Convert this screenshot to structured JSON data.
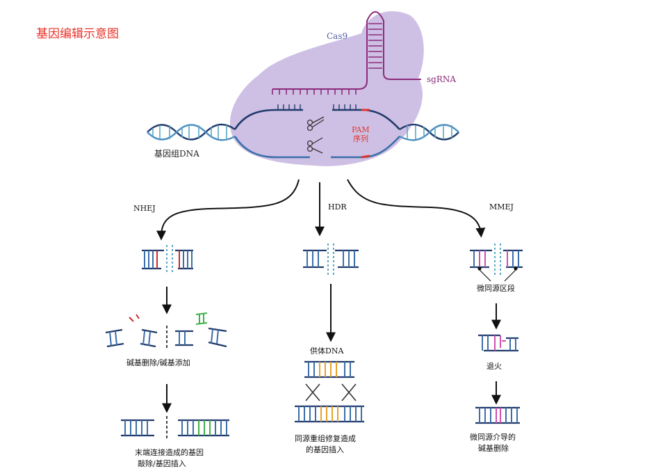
{
  "title": "基因编辑示意图",
  "top": {
    "cas9": "Cas9",
    "sgrna": "sgRNA",
    "pam_line1": "PAM",
    "pam_line2": "序列",
    "genomic_dna": "基因组DNA"
  },
  "pathways": {
    "nhej": {
      "name": "NHEJ",
      "step1": "碱基删除/碱基添加",
      "result_line1": "末端连接造成的基因",
      "result_line2": "敲除/基因插入"
    },
    "hdr": {
      "name": "HDR",
      "donor": "供体DNA",
      "result_line1": "同源重组修复造成",
      "result_line2": "的基因插入"
    },
    "mmej": {
      "name": "MMEJ",
      "microhomology": "微同源区段",
      "annealing": "退火",
      "result_line1": "微同源介导的",
      "result_line2": "碱基删除"
    }
  },
  "colors": {
    "title": "#e8322a",
    "cas9_blob": "#cbbce3",
    "sgrna": "#8b2a7a",
    "dna_dark": "#203a6b",
    "dna_mid": "#3b6ea8",
    "dna_light": "#5aa7c4",
    "pam": "#e0382d",
    "donor_orange": "#e8a12c",
    "green_insert": "#3fb14a",
    "mh_pink": "#d04fb0"
  }
}
